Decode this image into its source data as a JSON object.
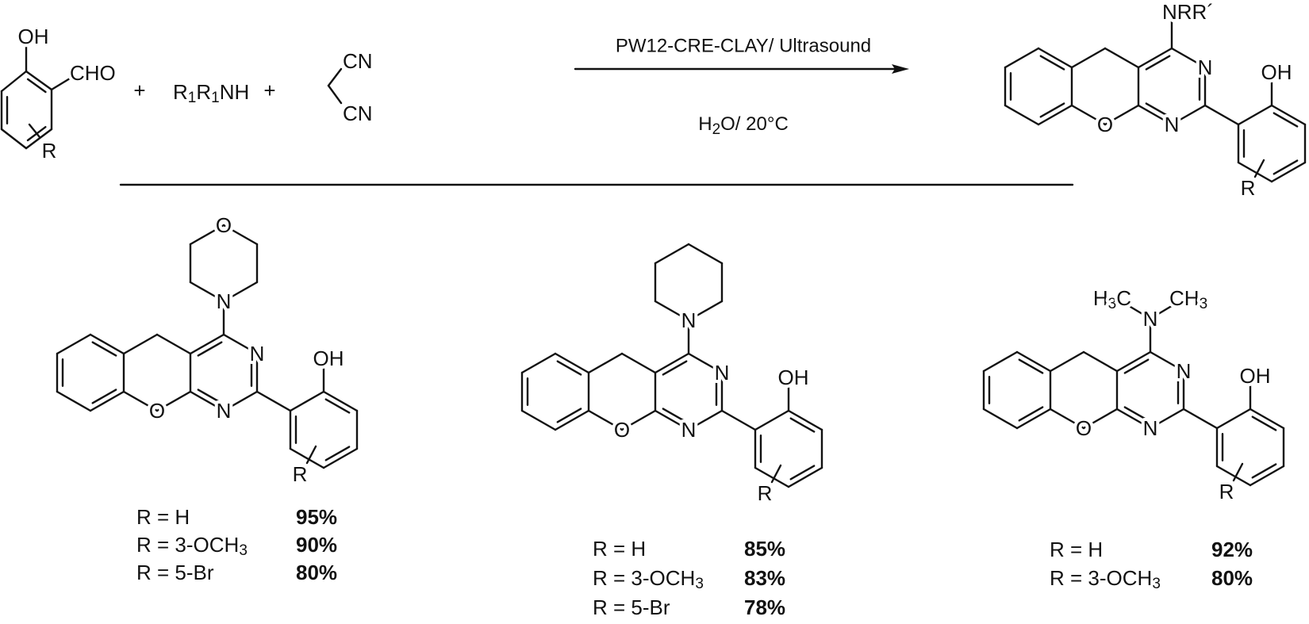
{
  "atoms": {
    "N": "N",
    "O": "O",
    "OH": "OH",
    "R": "R"
  },
  "reactants": {
    "aldehyde": {
      "oh": "OH",
      "cho": "CHO",
      "r": "R"
    },
    "plus": "+",
    "amine_parts": [
      "R",
      "1",
      "R",
      "1",
      "NH"
    ],
    "malononitrile": {
      "cn1": "CN",
      "cn2": "CN"
    }
  },
  "conditions": {
    "catalyst": "PW12-CRE-CLAY/ Ultrasound",
    "solvent_parts": [
      "H",
      "2",
      "O/ 20°C"
    ]
  },
  "general_product": {
    "amine_label": "NRR´"
  },
  "dimethyl": {
    "left": [
      "H",
      "3",
      "C"
    ],
    "right": [
      "CH",
      "3"
    ]
  },
  "products": [
    {
      "amine": "morpholine",
      "rows": [
        {
          "r_text": "R = H",
          "r_sub": "",
          "yield": "95%"
        },
        {
          "r_text": "R = 3-OCH",
          "r_sub": "3",
          "yield": "90%"
        },
        {
          "r_text": "R = 5-Br",
          "r_sub": "",
          "yield": "80%"
        }
      ]
    },
    {
      "amine": "piperidine",
      "rows": [
        {
          "r_text": "R = H",
          "r_sub": "",
          "yield": "85%"
        },
        {
          "r_text": "R = 3-OCH",
          "r_sub": "3",
          "yield": "83%"
        },
        {
          "r_text": "R = 5-Br",
          "r_sub": "",
          "yield": "78%"
        }
      ]
    },
    {
      "amine": "dimethylamine",
      "rows": [
        {
          "r_text": "R = H",
          "r_sub": "",
          "yield": "92%"
        },
        {
          "r_text": "R = 3-OCH",
          "r_sub": "3",
          "yield": "80%"
        }
      ]
    }
  ]
}
